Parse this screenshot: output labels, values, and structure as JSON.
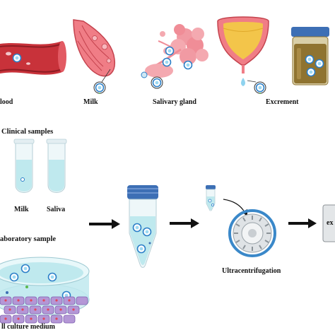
{
  "sources": {
    "blood": "lood",
    "milk": "Milk",
    "salivary_gland": "Salivary gland",
    "excrement": "Excrement"
  },
  "clinical": {
    "title": "Clinical samples",
    "tube_milk": "Milk",
    "tube_saliva": "Saliva"
  },
  "laboratory": {
    "title": "aboratory sample",
    "medium": "ll culture medium"
  },
  "process": {
    "ultracentrifugation": "Ultracentrifugation",
    "output_box": "ex"
  },
  "colors": {
    "blood_vessel": "#c8323a",
    "tissue_pink": "#f07d86",
    "fluid_blue": "#bfe9ee",
    "cap_blue": "#3d6fb5",
    "excrement_brown": "#8f7330",
    "arrow": "#111111",
    "rotor_ring": "#3a88c9"
  }
}
